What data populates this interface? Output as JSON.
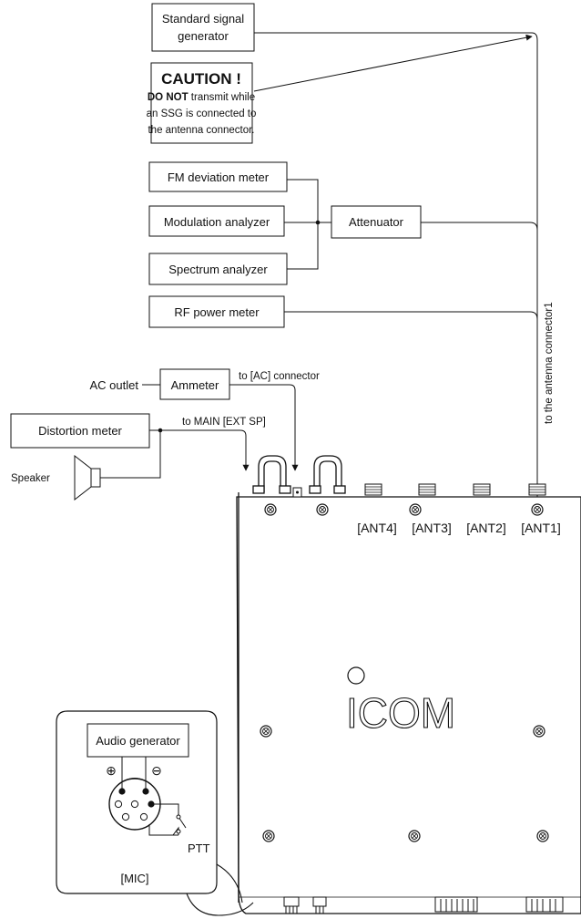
{
  "equipment": {
    "ssg": [
      "Standard signal",
      "generator"
    ],
    "caution_title": "CAUTION !",
    "caution_lines": [
      {
        "bold": "DO NOT",
        "rest": " transmit while"
      },
      {
        "bold": "",
        "rest": "an SSG is connected to"
      },
      {
        "bold": "",
        "rest": "the antenna connector."
      }
    ],
    "fm_deviation_meter": "FM deviation meter",
    "modulation_analyzer": "Modulation analyzer",
    "spectrum_analyzer": "Spectrum analyzer",
    "attenuator": "Attenuator",
    "rf_power_meter": "RF power meter",
    "ac_outlet": "AC outlet",
    "ammeter": "Ammeter",
    "distortion_meter": "Distortion meter",
    "speaker": "Speaker",
    "audio_generator": "Audio generator",
    "plus_symbol": "⊕",
    "minus_symbol": "⊖"
  },
  "connections": {
    "to_antenna_connector": "to the antenna connector1",
    "to_ac_connector": "to [AC] connector",
    "to_main_ext_sp": "to MAIN [EXT SP]"
  },
  "transceiver": {
    "ant_labels": [
      "[ANT4]",
      "[ANT3]",
      "[ANT2]",
      "[ANT1]"
    ],
    "brand": "ICOM",
    "mic_label": "[MIC]",
    "ptt_label": "PTT"
  }
}
